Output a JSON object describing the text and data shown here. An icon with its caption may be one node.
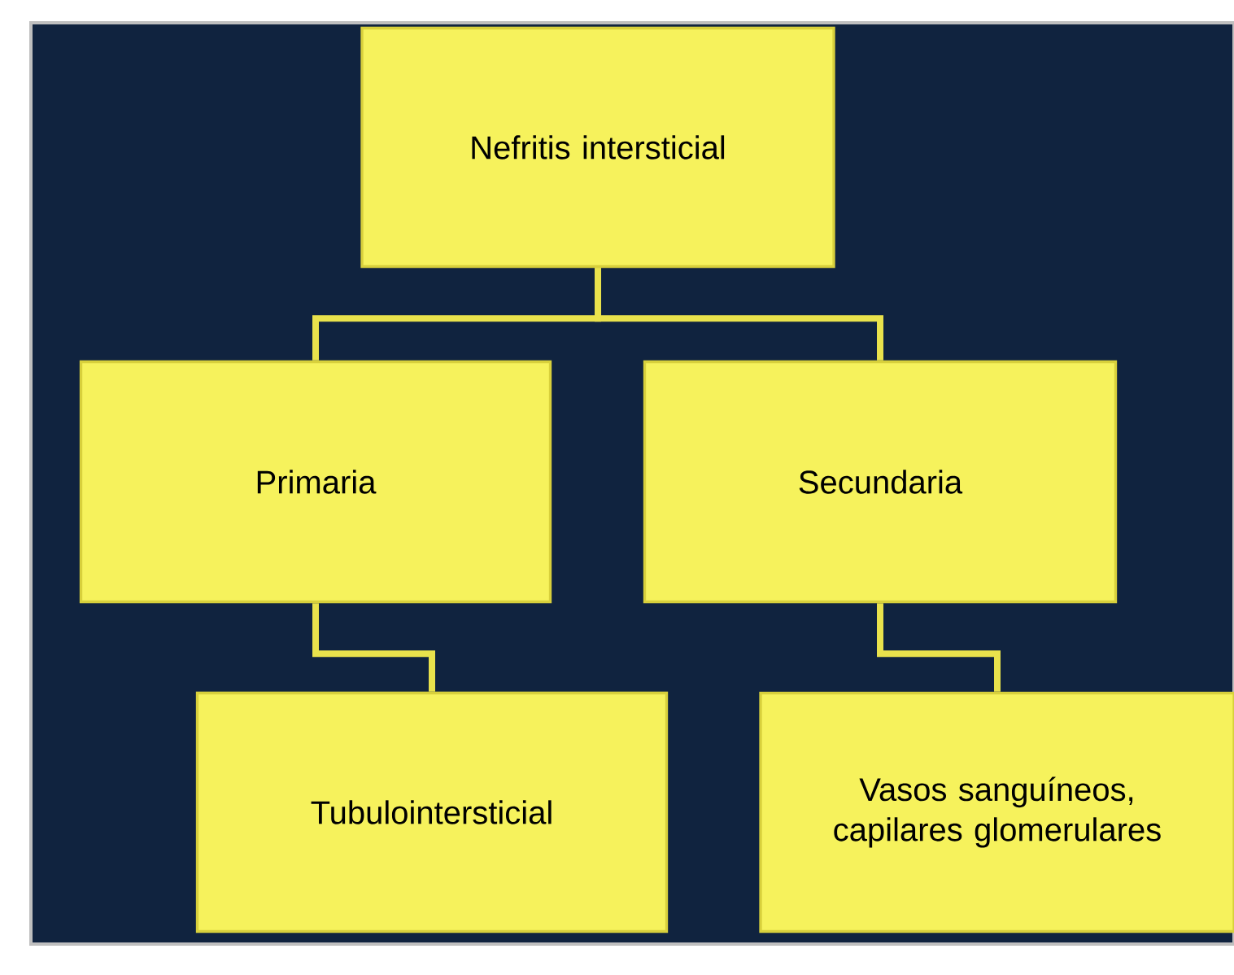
{
  "diagram": {
    "nodes": [
      {
        "text": [
          "Nefritis intersticial"
        ]
      },
      {
        "text": [
          "Primaria"
        ]
      },
      {
        "text": [
          "Secundaria"
        ]
      },
      {
        "text": [
          "Tubulointersticial"
        ]
      },
      {
        "text": [
          "Vasos sanguíneos, capilares glomerulares"
        ]
      }
    ],
    "edges": [
      {
        "from": 0,
        "to": 1,
        "arrow": "none"
      },
      {
        "from": 0,
        "to": 2,
        "arrow": "none"
      },
      {
        "from": 1,
        "to": 3,
        "arrow": "none"
      },
      {
        "from": 2,
        "to": 4,
        "arrow": "none"
      }
    ]
  }
}
